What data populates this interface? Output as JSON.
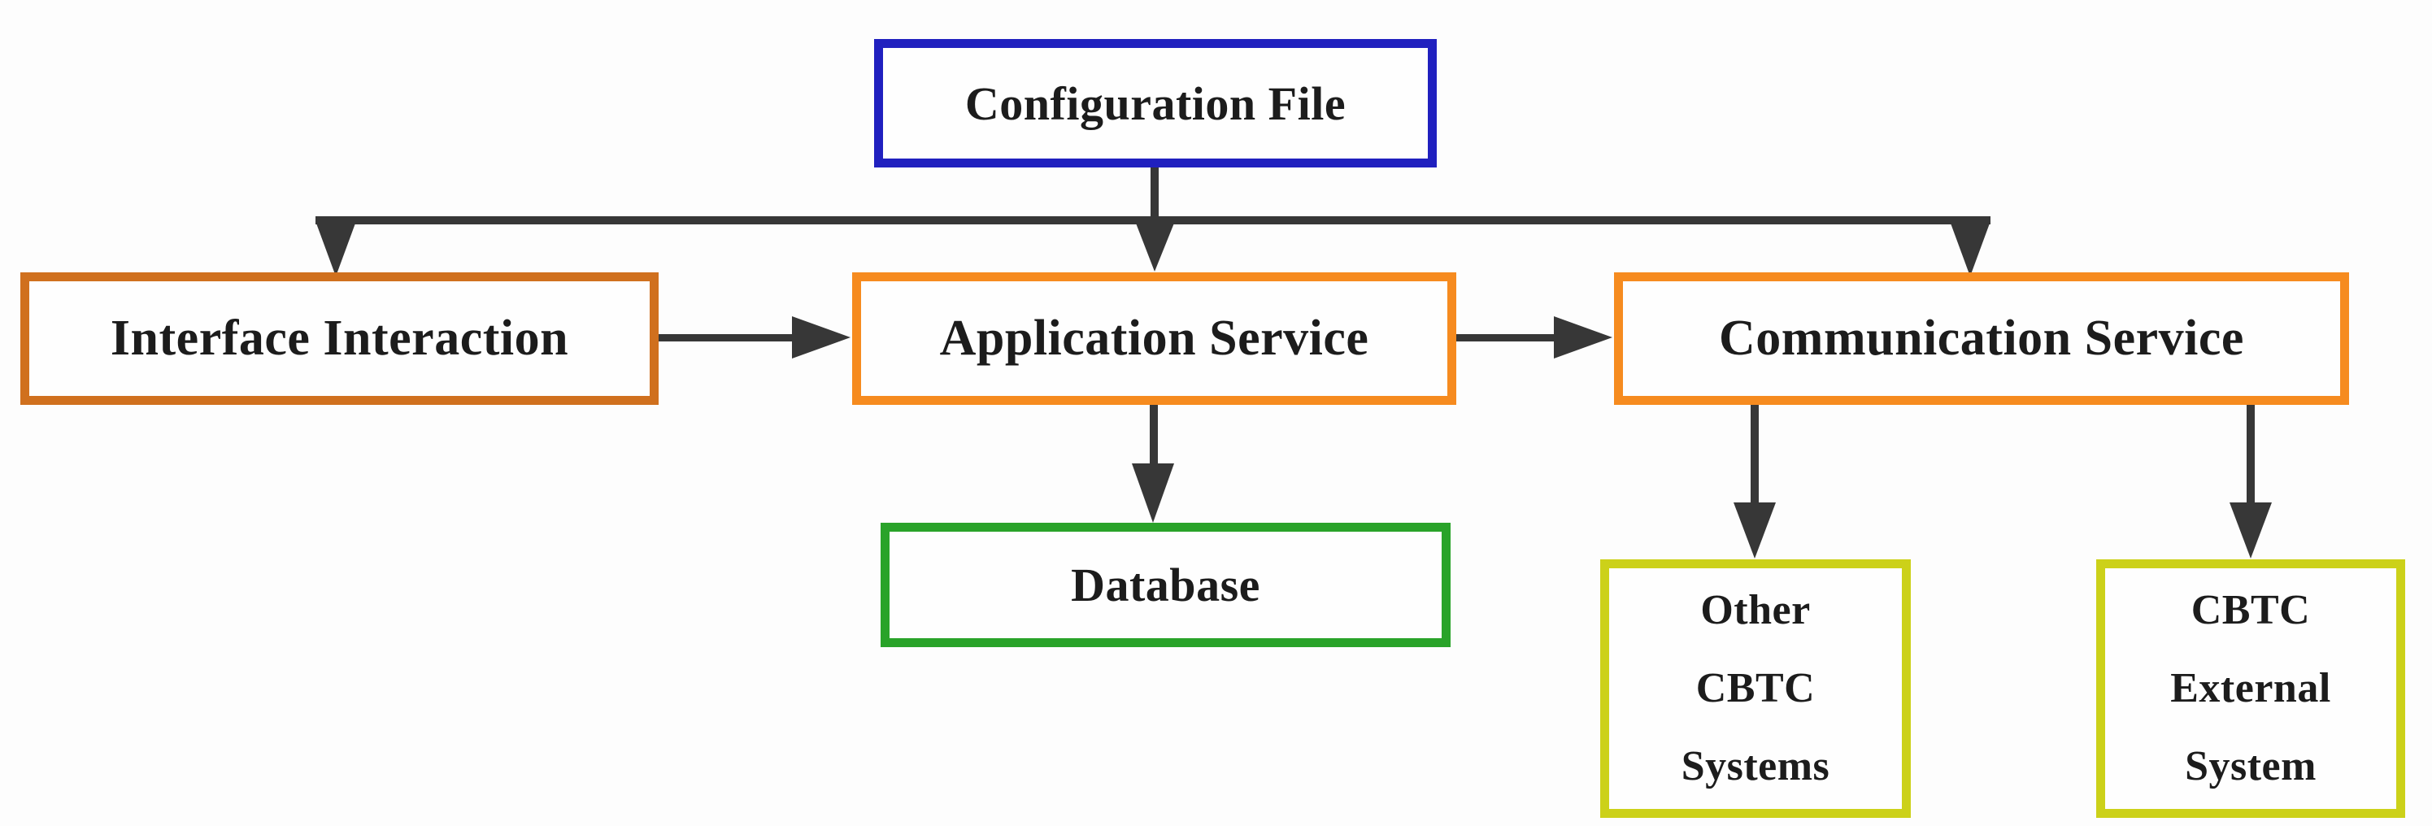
{
  "diagram": {
    "title": "CBTC software architecture flowchart",
    "colors": {
      "background": "#fdfdfd",
      "node_fill": "#fefefe",
      "text": "#1c1c1c",
      "arrow": "#373737",
      "blue": "#2020bf",
      "orange": "#f68b1f",
      "dark_orange": "#d0701e",
      "green": "#29a329",
      "yellow": "#ccd119"
    },
    "nodes": {
      "configuration_file": {
        "label": "Configuration File",
        "border_color": "#2020bf"
      },
      "interface_interaction": {
        "label": "Interface Interaction",
        "border_color": "#d0701e"
      },
      "application_service": {
        "label": "Application Service",
        "border_color": "#f68b1f"
      },
      "communication_service": {
        "label": "Communication Service",
        "border_color": "#f68b1f"
      },
      "database": {
        "label": "Database",
        "border_color": "#29a329"
      },
      "other_cbtc_systems": {
        "lines": [
          "Other",
          "CBTC",
          "Systems"
        ],
        "border_color": "#ccd119"
      },
      "cbtc_external_system": {
        "lines": [
          "CBTC",
          "External",
          "System"
        ],
        "border_color": "#ccd119"
      }
    },
    "edges": [
      {
        "from": "configuration_file",
        "to": "interface_interaction",
        "style": "arrow"
      },
      {
        "from": "configuration_file",
        "to": "application_service",
        "style": "arrow"
      },
      {
        "from": "configuration_file",
        "to": "communication_service",
        "style": "arrow"
      },
      {
        "from": "interface_interaction",
        "to": "application_service",
        "style": "arrow"
      },
      {
        "from": "application_service",
        "to": "communication_service",
        "style": "arrow"
      },
      {
        "from": "application_service",
        "to": "database",
        "style": "arrow"
      },
      {
        "from": "communication_service",
        "to": "other_cbtc_systems",
        "style": "arrow"
      },
      {
        "from": "communication_service",
        "to": "cbtc_external_system",
        "style": "arrow"
      }
    ]
  }
}
